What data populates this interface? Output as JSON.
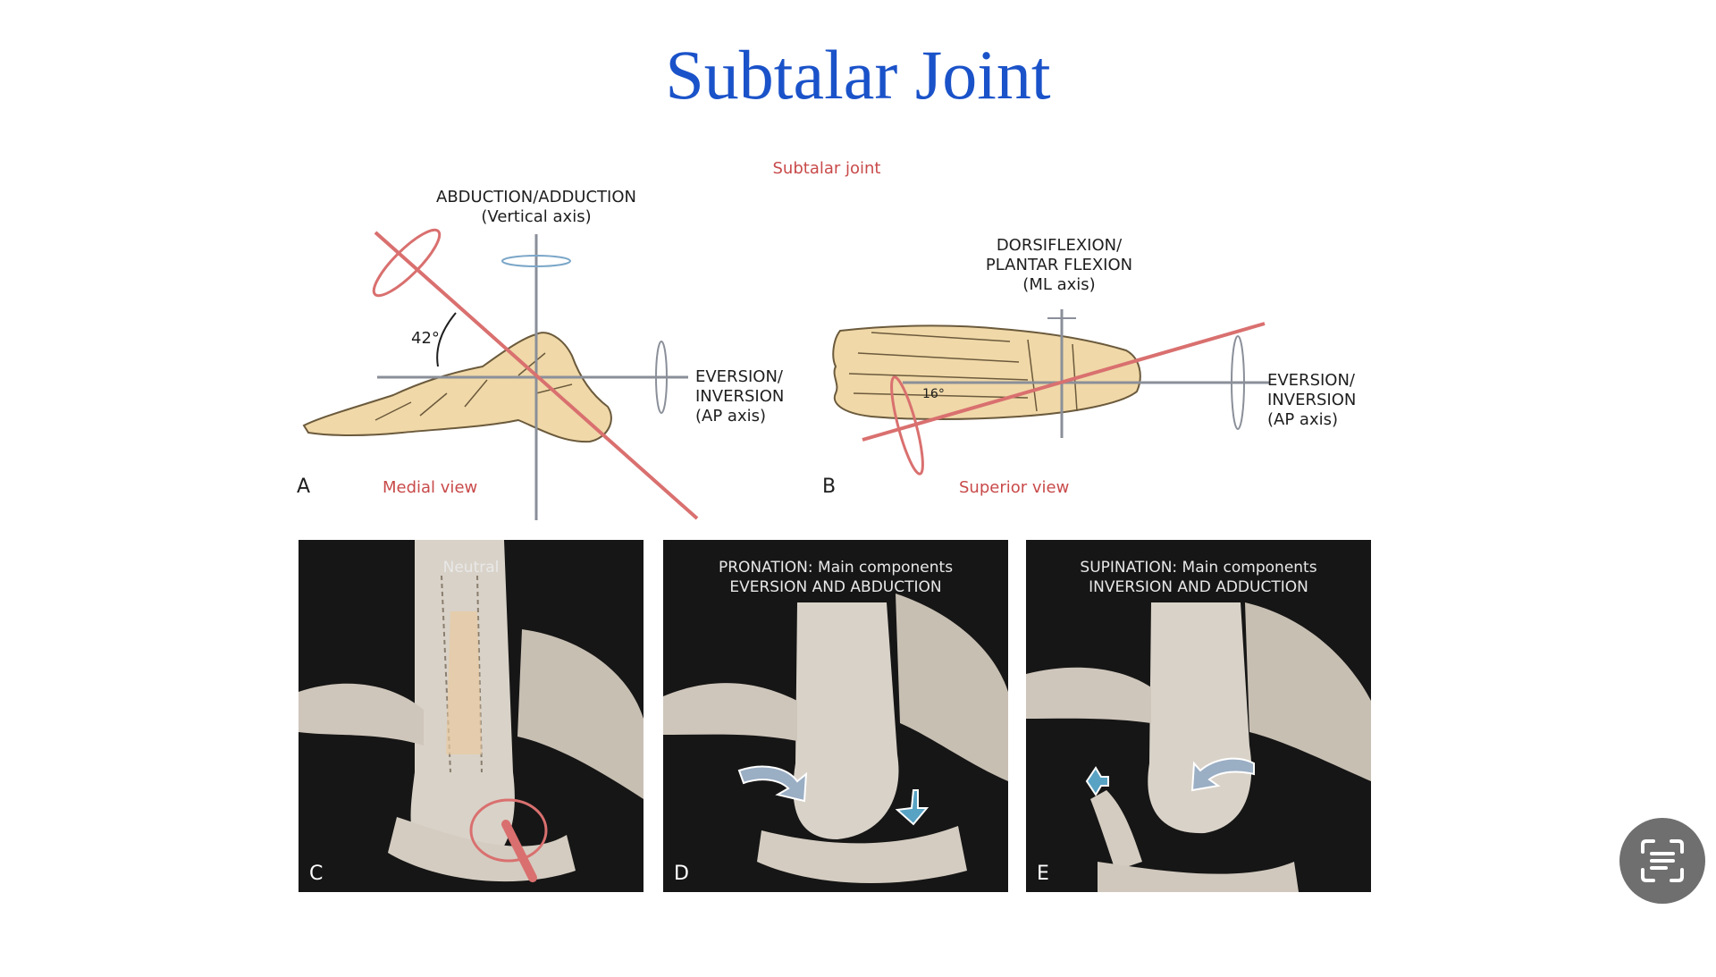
{
  "slide": {
    "title": "Subtalar Joint"
  },
  "diagram": {
    "heading": "Subtalar joint",
    "panel_a": {
      "letter": "A",
      "view": "Medial view",
      "vertical_axis_line1": "ABDUCTION/ADDUCTION",
      "vertical_axis_line2": "(Vertical axis)",
      "angle": "42°",
      "ap_axis_line1": "EVERSION/",
      "ap_axis_line2": "INVERSION",
      "ap_axis_line3": "(AP axis)"
    },
    "panel_b": {
      "letter": "B",
      "view": "Superior view",
      "ml_axis_line1": "DORSIFLEXION/",
      "ml_axis_line2": "PLANTAR FLEXION",
      "ml_axis_line3": "(ML axis)",
      "angle": "16°",
      "ap_axis_line1": "EVERSION/",
      "ap_axis_line2": "INVERSION",
      "ap_axis_line3": "(AP axis)"
    }
  },
  "photos": [
    {
      "letter": "C",
      "caption_line1": "Neutral",
      "caption_line2": ""
    },
    {
      "letter": "D",
      "caption_line1": "PRONATION: Main components",
      "caption_line2": "EVERSION AND ABDUCTION"
    },
    {
      "letter": "E",
      "caption_line1": "SUPINATION: Main components",
      "caption_line2": "INVERSION AND ADDUCTION"
    }
  ],
  "colors": {
    "title": "#1a52c9",
    "axis_red": "#d9706f",
    "label_red": "#c94a4a",
    "bone": "#f0d8a8"
  },
  "icons": {
    "scan_button": "scan-text-icon"
  }
}
